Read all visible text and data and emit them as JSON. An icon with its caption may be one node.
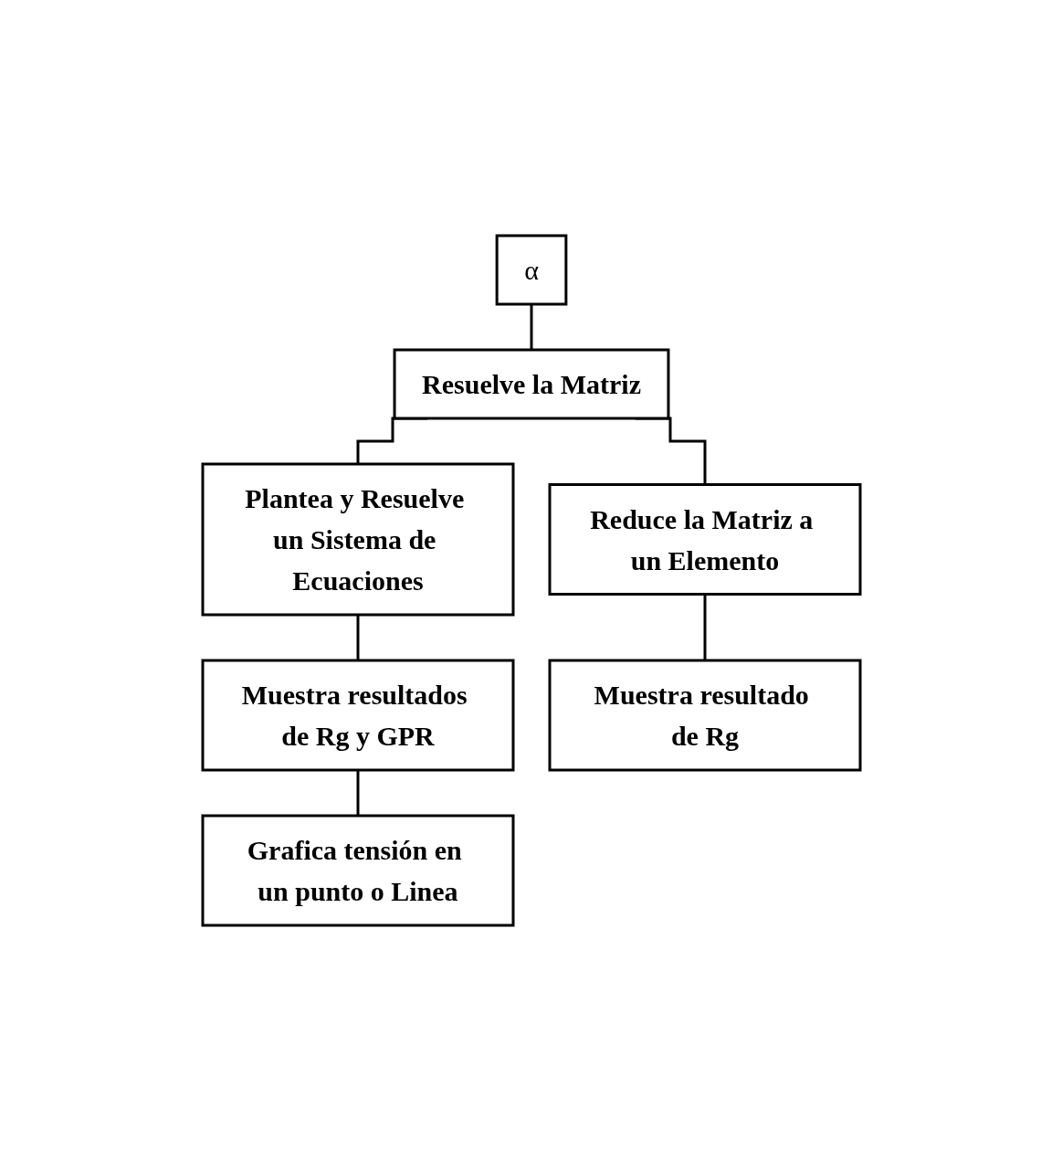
{
  "diagram": {
    "nodes": [
      {
        "text": [
          "α"
        ]
      },
      {
        "text": [
          "Resuelve la Matriz"
        ]
      },
      {
        "text": [
          "Plantea y Resuelve un Sistema de Ecuaciones"
        ]
      },
      {
        "text": [
          "Reduce la Matriz a un Elemento"
        ]
      },
      {
        "text": [
          "Muestra resultados de Rg y GPR"
        ]
      },
      {
        "text": [
          "Muestra resultado de Rg"
        ]
      },
      {
        "text": [
          "Grafica tensión en un punto o Linea"
        ]
      }
    ],
    "edges": [
      {
        "from": 0,
        "to": 1,
        "arrow": "none"
      },
      {
        "from": 1,
        "to": 2,
        "arrow": "none"
      },
      {
        "from": 1,
        "to": 3,
        "arrow": "none"
      },
      {
        "from": 2,
        "to": 4,
        "arrow": "none"
      },
      {
        "from": 3,
        "to": 5,
        "arrow": "none"
      },
      {
        "from": 4,
        "to": 6,
        "arrow": "none"
      }
    ]
  }
}
